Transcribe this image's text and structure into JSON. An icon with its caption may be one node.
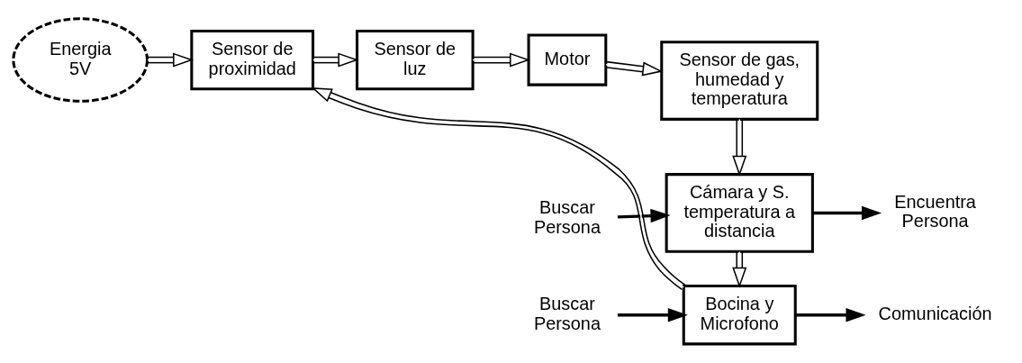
{
  "diagram": {
    "nodes": [
      {
        "text": [
          "Energia 5V"
        ]
      },
      {
        "text": [
          "Sensor de proximidad"
        ]
      },
      {
        "text": [
          "Sensor de luz"
        ]
      },
      {
        "text": [
          "Motor"
        ]
      },
      {
        "text": [
          "Sensor de gas, humedad y temperatura"
        ]
      },
      {
        "text": [
          "Buscar Persona"
        ]
      },
      {
        "text": [
          "Cámara y S. temperatura a distancia"
        ]
      },
      {
        "text": [
          "Encuentra Persona"
        ]
      },
      {
        "text": [
          "Buscar Persona"
        ]
      },
      {
        "text": [
          "Bocina y Microfono"
        ]
      },
      {
        "text": [
          "Comunicación"
        ]
      }
    ],
    "edges": [
      {
        "from": 0,
        "to": 1,
        "arrow": "to"
      },
      {
        "from": 1,
        "to": 2,
        "arrow": "to"
      },
      {
        "from": 2,
        "to": 3,
        "arrow": "to"
      },
      {
        "from": 3,
        "to": 4,
        "arrow": "to"
      },
      {
        "from": 4,
        "to": 6,
        "arrow": "to"
      },
      {
        "from": 5,
        "to": 6,
        "arrow": "to",
        "style": "thick"
      },
      {
        "from": 6,
        "to": 7,
        "arrow": "to",
        "style": "thick"
      },
      {
        "from": 6,
        "to": 9,
        "arrow": "to"
      },
      {
        "from": 8,
        "to": 9,
        "arrow": "to",
        "style": "thick"
      },
      {
        "from": 9,
        "to": 10,
        "arrow": "to",
        "style": "thick"
      },
      {
        "from": 9,
        "to": 1,
        "arrow": "to"
      }
    ]
  }
}
